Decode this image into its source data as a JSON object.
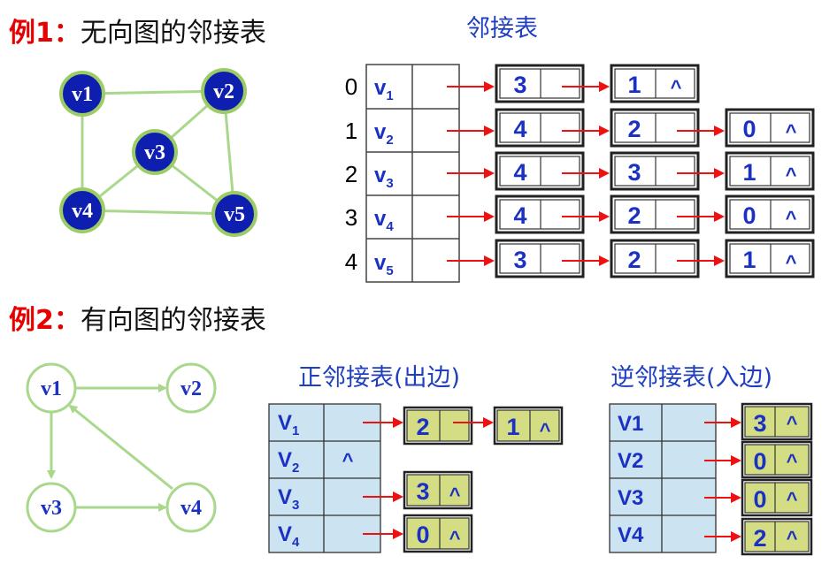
{
  "example1": {
    "prefix": "例1：",
    "title": "无向图的邻接表",
    "subtitle": "邻接表",
    "graph": {
      "nodes": [
        "v1",
        "v2",
        "v3",
        "v4",
        "v5"
      ],
      "edges": [
        [
          "v1",
          "v2"
        ],
        [
          "v1",
          "v4"
        ],
        [
          "v2",
          "v3"
        ],
        [
          "v2",
          "v5"
        ],
        [
          "v3",
          "v4"
        ],
        [
          "v3",
          "v5"
        ],
        [
          "v4",
          "v5"
        ]
      ]
    },
    "table": [
      {
        "index": "0",
        "vertex": "v",
        "sub": "1",
        "list": [
          "3",
          "1"
        ]
      },
      {
        "index": "1",
        "vertex": "v",
        "sub": "2",
        "list": [
          "4",
          "2",
          "0"
        ]
      },
      {
        "index": "2",
        "vertex": "v",
        "sub": "3",
        "list": [
          "4",
          "3",
          "1"
        ]
      },
      {
        "index": "3",
        "vertex": "v",
        "sub": "4",
        "list": [
          "4",
          "2",
          "0"
        ]
      },
      {
        "index": "4",
        "vertex": "v",
        "sub": "5",
        "list": [
          "3",
          "2",
          "1"
        ]
      }
    ],
    "null_symbol": "^"
  },
  "example2": {
    "prefix": "例2：",
    "title": "有向图的邻接表",
    "graph": {
      "nodes": [
        "v1",
        "v2",
        "v3",
        "v4"
      ],
      "edges": [
        [
          "v1",
          "v2"
        ],
        [
          "v1",
          "v3"
        ],
        [
          "v3",
          "v4"
        ],
        [
          "v4",
          "v1"
        ]
      ]
    },
    "out_table": {
      "title": "正邻接表(出边)",
      "rows": [
        {
          "vertex": "V",
          "sub": "1",
          "list": [
            "2",
            "1"
          ]
        },
        {
          "vertex": "V",
          "sub": "2",
          "list": []
        },
        {
          "vertex": "V",
          "sub": "3",
          "list": [
            "3"
          ]
        },
        {
          "vertex": "V",
          "sub": "4",
          "list": [
            "0"
          ]
        }
      ]
    },
    "in_table": {
      "title": "逆邻接表(入边)",
      "rows": [
        {
          "vertex": "V1",
          "list": [
            "3"
          ]
        },
        {
          "vertex": "V2",
          "list": [
            "0"
          ]
        },
        {
          "vertex": "V3",
          "list": [
            "0"
          ]
        },
        {
          "vertex": "V4",
          "list": [
            "2"
          ]
        }
      ]
    },
    "null_symbol": "^"
  },
  "colors": {
    "red_label": "#e60000",
    "node_fill": "#0e1fb0",
    "node_border": "#9ccc65",
    "directed_edge": "#a9d88c",
    "text_blue": "#1a31c4",
    "arrow_red": "#ee1111",
    "header_cell_blue": "#cce3f2",
    "list_cell_olive": "#d4dc84"
  }
}
